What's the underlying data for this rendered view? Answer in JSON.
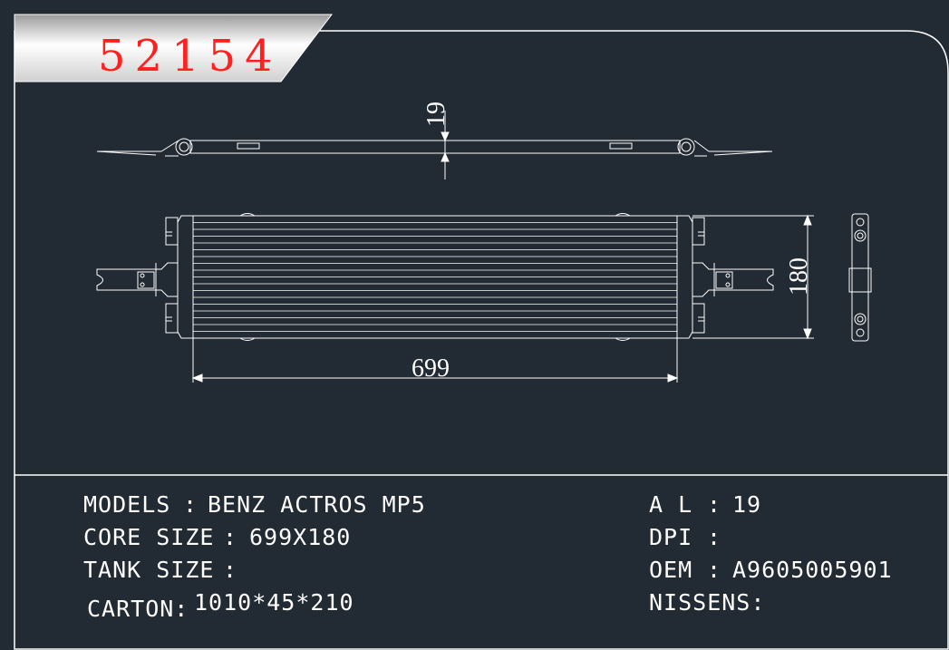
{
  "part_number": "52154",
  "drawing": {
    "dim_thickness": "19",
    "dim_height": "180",
    "dim_width": "699"
  },
  "specs": {
    "models_label": "MODELS",
    "models_value": "BENZ ACTROS MP5",
    "core_size_label": "CORE SIZE",
    "core_size_value": "699X180",
    "tank_size_label": "TANK SIZE",
    "tank_size_value": "",
    "carton_label": "CARTON:",
    "carton_value": "1010*45*210",
    "al_label": "A L",
    "al_value": "19",
    "dpi_label": "DPI",
    "dpi_value": "",
    "oem_label": "OEM",
    "oem_value": "A9605005901",
    "nissens_label": "NISSENS:",
    "nissens_value": ""
  },
  "colors": {
    "background": "#222a33",
    "lines": "#ffffff",
    "part_number": "#ff2020"
  }
}
